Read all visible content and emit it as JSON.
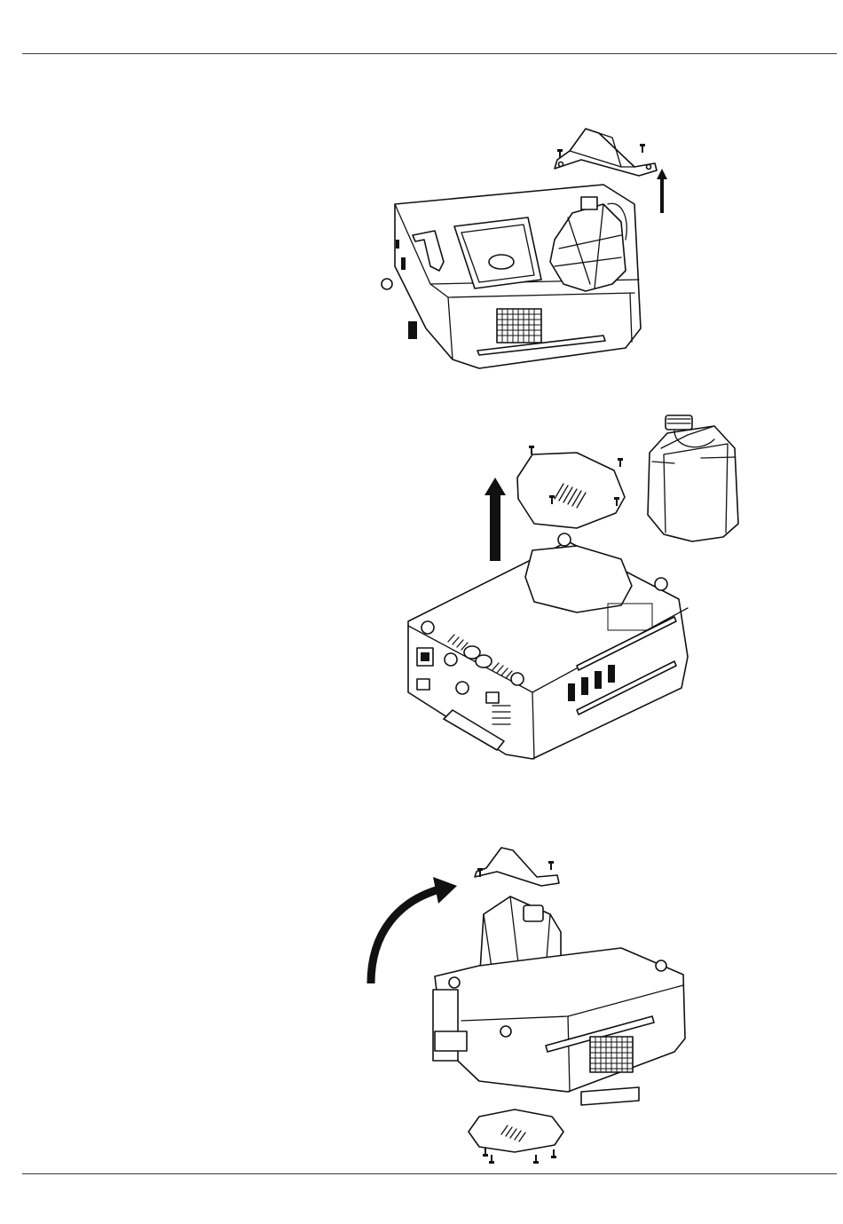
{
  "document": {
    "type": "manual-page-illustrations",
    "figures": [
      {
        "id": "fig1",
        "description_icon": "remove-bracket-illustration",
        "arrow": "up-arrow-icon"
      },
      {
        "id": "fig2",
        "description_icon": "remove-bottom-cover-illustration",
        "arrow": "up-arrow-icon"
      },
      {
        "id": "fig3",
        "description_icon": "install-tank-rotated-illustration",
        "arrow": "curved-arrow-icon"
      }
    ],
    "colors": {
      "line": "#111111",
      "background": "#ffffff",
      "rule": "#3a3a3a"
    }
  }
}
